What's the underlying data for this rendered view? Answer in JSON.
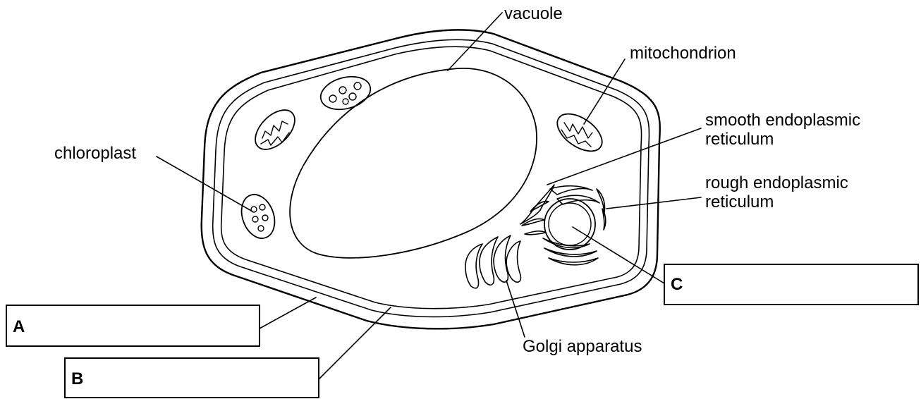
{
  "labels": {
    "vacuole": "vacuole",
    "mitochondrion": "mitochondrion",
    "smooth_er_line1": "smooth endoplasmic",
    "smooth_er_line2": "reticulum",
    "rough_er_line1": "rough endoplasmic",
    "rough_er_line2": "reticulum",
    "chloroplast": "chloroplast",
    "golgi": "Golgi apparatus"
  },
  "answer_boxes": {
    "a": "A",
    "b": "B",
    "c": "C"
  }
}
